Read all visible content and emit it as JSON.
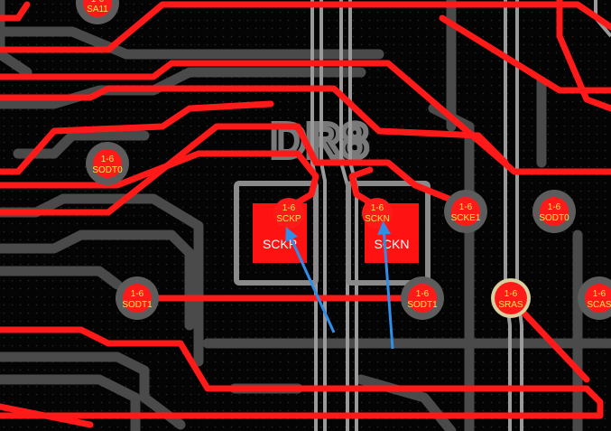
{
  "colors": {
    "background": "#040404",
    "top_trace": "#ff1a1a",
    "inner_trace": "#4a4a4a",
    "highlight_trace": "#9a9a9a",
    "via_ring": "#5c5c5c",
    "via_label": "#f3ea4a",
    "pad_fill": "#ff1212",
    "pad_outline": "#8a8a8a",
    "arrow": "#2f8fe8"
  },
  "silkscreen": {
    "designator": "DR8"
  },
  "vias": [
    {
      "id": "sa11",
      "layer": "1-6",
      "net": "SA11"
    },
    {
      "id": "sodt0a",
      "layer": "1-6",
      "net": "SODT0"
    },
    {
      "id": "sckp",
      "layer": "1-6",
      "net": "SCKP"
    },
    {
      "id": "sckn",
      "layer": "1-6",
      "net": "SCKN"
    },
    {
      "id": "scke1",
      "layer": "1-6",
      "net": "SCKE1"
    },
    {
      "id": "sodt0b",
      "layer": "1-6",
      "net": "SODT0"
    },
    {
      "id": "sodt1a",
      "layer": "1-6",
      "net": "SODT1"
    },
    {
      "id": "sodt1b",
      "layer": "1-6",
      "net": "SODT1"
    },
    {
      "id": "sras",
      "layer": "1-6",
      "net": "SRAS"
    },
    {
      "id": "scas",
      "layer": "1-6",
      "net": "SCAS"
    }
  ],
  "pads": [
    {
      "id": "pad-sckp",
      "net": "SCKP"
    },
    {
      "id": "pad-sckn",
      "net": "SCKN"
    }
  ]
}
